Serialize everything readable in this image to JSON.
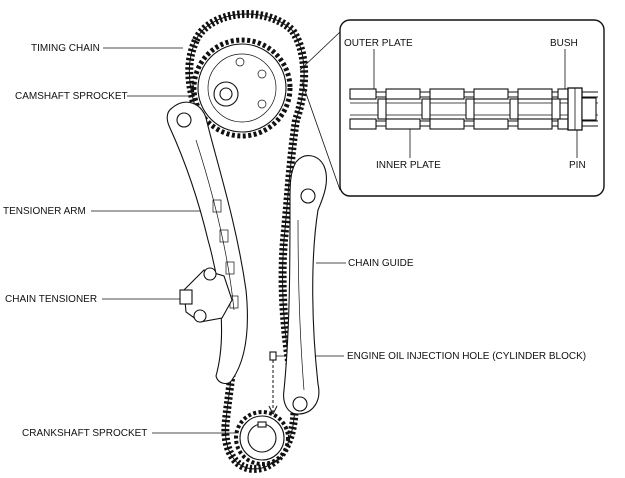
{
  "labels": {
    "timing_chain": "TIMING CHAIN",
    "camshaft_sprocket": "CAMSHAFT SPROCKET",
    "tensioner_arm": "TENSIONER ARM",
    "chain_tensioner": "CHAIN TENSIONER",
    "crankshaft_sprocket": "CRANKSHAFT SPROCKET",
    "chain_guide": "CHAIN GUIDE",
    "engine_oil_injection_hole": "ENGINE OIL INJECTION HOLE (CYLINDER BLOCK)"
  },
  "inset": {
    "outer_plate": "OUTER PLATE",
    "inner_plate": "INNER PLATE",
    "bush": "BUSH",
    "pin": "PIN"
  }
}
